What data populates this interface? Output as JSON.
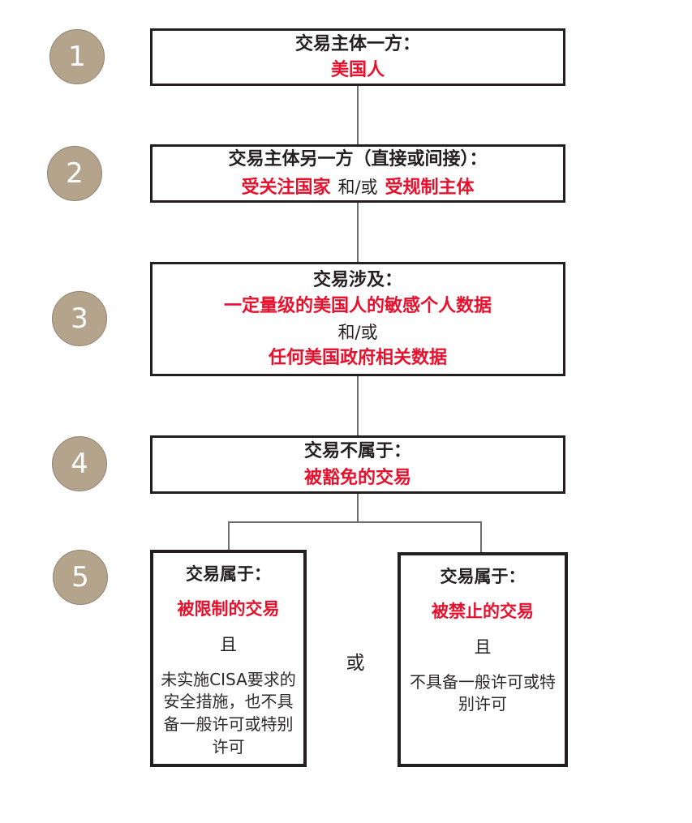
{
  "palette": {
    "highlight_red": "#e8112d",
    "ink_black": "#231f20",
    "circle_fill": "#b4a48c",
    "circle_border": "#8f8271",
    "connector_gray": "#6d6e70"
  },
  "steps": [
    "1",
    "2",
    "3",
    "4",
    "5"
  ],
  "boxes": {
    "b1": {
      "title": "交易主体一方：",
      "value": "美国人"
    },
    "b2": {
      "title": "交易主体另一方（直接或间接）：",
      "value_a": "受关注国家",
      "joiner": "和/或",
      "value_b": "受规制主体"
    },
    "b3": {
      "title": "交易涉及：",
      "value_a": "一定量级的美国人的敏感个人数据",
      "joiner": "和/或",
      "value_b": "任何美国政府相关数据"
    },
    "b4": {
      "title": "交易不属于：",
      "value": "被豁免的交易"
    },
    "b5_left": {
      "title": "交易属于：",
      "value": "被限制的交易",
      "joiner": "且",
      "condition": "未实施CISA要求的安全措施，也不具备一般许可或特别许可"
    },
    "b5_right": {
      "title": "交易属于：",
      "value": "被禁止的交易",
      "joiner": "且",
      "condition": "不具备一般许可或特别许可"
    }
  },
  "or_label": "或"
}
